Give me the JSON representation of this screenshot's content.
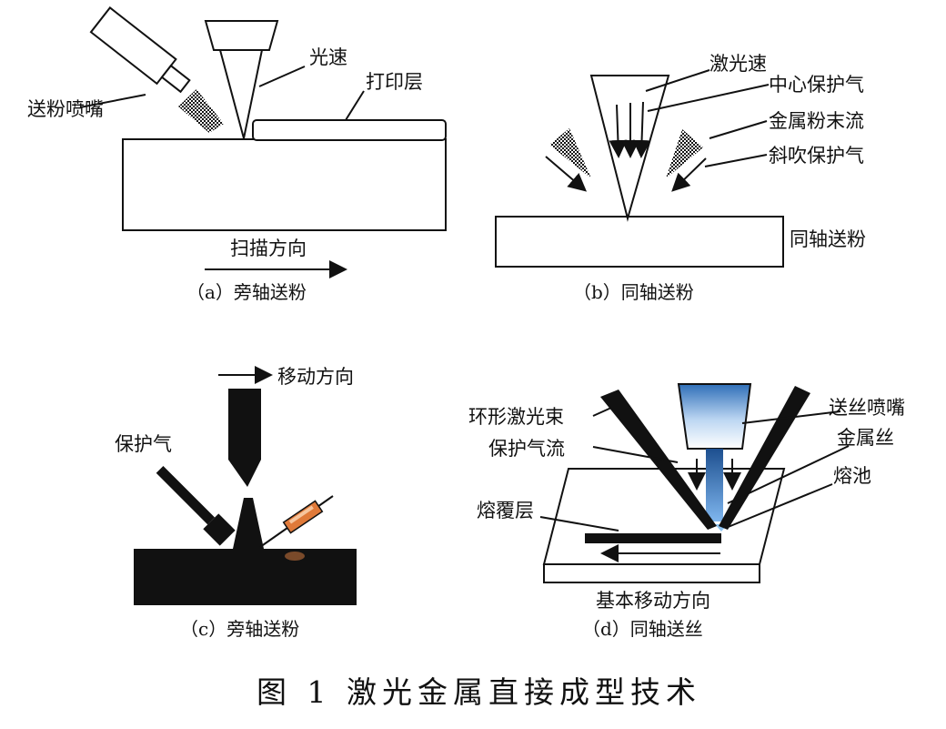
{
  "figure_title": "图 1   激光金属直接成型技术",
  "panel_a": {
    "caption": "（a）旁轴送粉",
    "labels": {
      "nozzle": "送粉喷嘴",
      "beam": "光速",
      "layer": "打印层",
      "direction": "扫描方向"
    }
  },
  "panel_b": {
    "caption": "（b）同轴送粉",
    "labels": {
      "beam": "激光速",
      "center_gas": "中心保护气",
      "powder_flow": "金属粉末流",
      "side_gas": "斜吹保护气",
      "coaxial": "同轴送粉"
    }
  },
  "panel_c": {
    "caption": "（c）旁轴送粉",
    "labels": {
      "direction": "移动方向",
      "shield_gas": "保护气"
    }
  },
  "panel_d": {
    "caption": "（d）同轴送丝",
    "labels": {
      "ring_beam": "环形激光束",
      "gas_flow": "保护气流",
      "wire_nozzle": "送丝喷嘴",
      "wire": "金属丝",
      "pool": "熔池",
      "clad_layer": "熔覆层",
      "direction": "基本移动方向"
    }
  },
  "colors": {
    "ink": "#111111",
    "beam_blue": "#4a8ed8",
    "wire_orange": "#e07a3a"
  }
}
